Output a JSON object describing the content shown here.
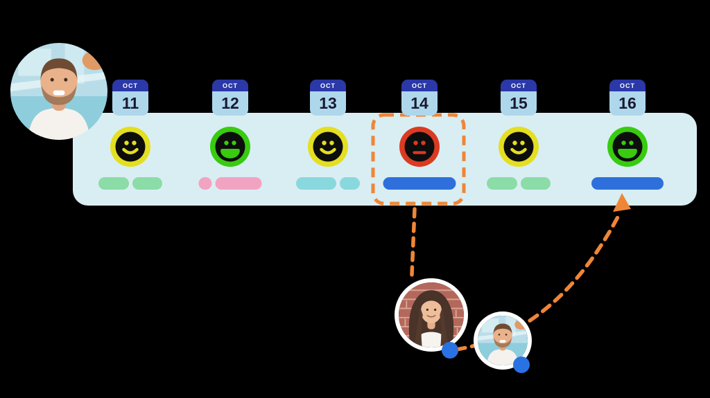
{
  "scene": {
    "background": "#000000"
  },
  "timeline": {
    "bar_color": "#d9eef3",
    "days": [
      {
        "month": "OCT",
        "day": "11",
        "mood": "smile",
        "pills": [
          {
            "color": "#8bdca6",
            "width": 44
          },
          {
            "color": "#8bdca6",
            "width": 43
          }
        ]
      },
      {
        "month": "OCT",
        "day": "12",
        "mood": "grin",
        "pills": [
          {
            "color": "#f2a3c1",
            "width": 19
          },
          {
            "color": "#f2a3c1",
            "width": 67
          }
        ]
      },
      {
        "month": "OCT",
        "day": "13",
        "mood": "smile",
        "pills": [
          {
            "color": "#89d8de",
            "width": 58
          },
          {
            "color": "#89d8de",
            "width": 29
          }
        ]
      },
      {
        "month": "OCT",
        "day": "14",
        "mood": "neutral",
        "pills": [
          {
            "color": "#2e6fdb",
            "width": 105
          }
        ],
        "highlighted": true
      },
      {
        "month": "OCT",
        "day": "15",
        "mood": "smile",
        "pills": [
          {
            "color": "#8bdca6",
            "width": 44
          },
          {
            "color": "#8bdca6",
            "width": 43
          }
        ]
      },
      {
        "month": "OCT",
        "day": "16",
        "mood": "grin",
        "pills": [
          {
            "color": "#2e6fdb",
            "width": 104
          }
        ]
      }
    ]
  },
  "calendar_tab": {
    "header_bg": "#2b38a8",
    "header_text_color": "#ffffff",
    "body_bg": "#aed7ec",
    "body_text_color": "#191930"
  },
  "moods": {
    "smile": "#e4df20",
    "grin": "#38cb10",
    "neutral": "#da3b22",
    "face_bg": "#0d0d0d"
  },
  "highlight": {
    "day": "14",
    "color": "#ef8637"
  },
  "connectors": {
    "color": "#ef8637"
  },
  "avatars": {
    "manager": {
      "alt": "man avatar by swimming pool"
    },
    "member_woman": {
      "alt": "woman avatar at brick wall",
      "dot_color": "#2a72e2"
    },
    "member_man": {
      "alt": "man avatar by swimming pool",
      "dot_color": "#2a72e2"
    }
  }
}
